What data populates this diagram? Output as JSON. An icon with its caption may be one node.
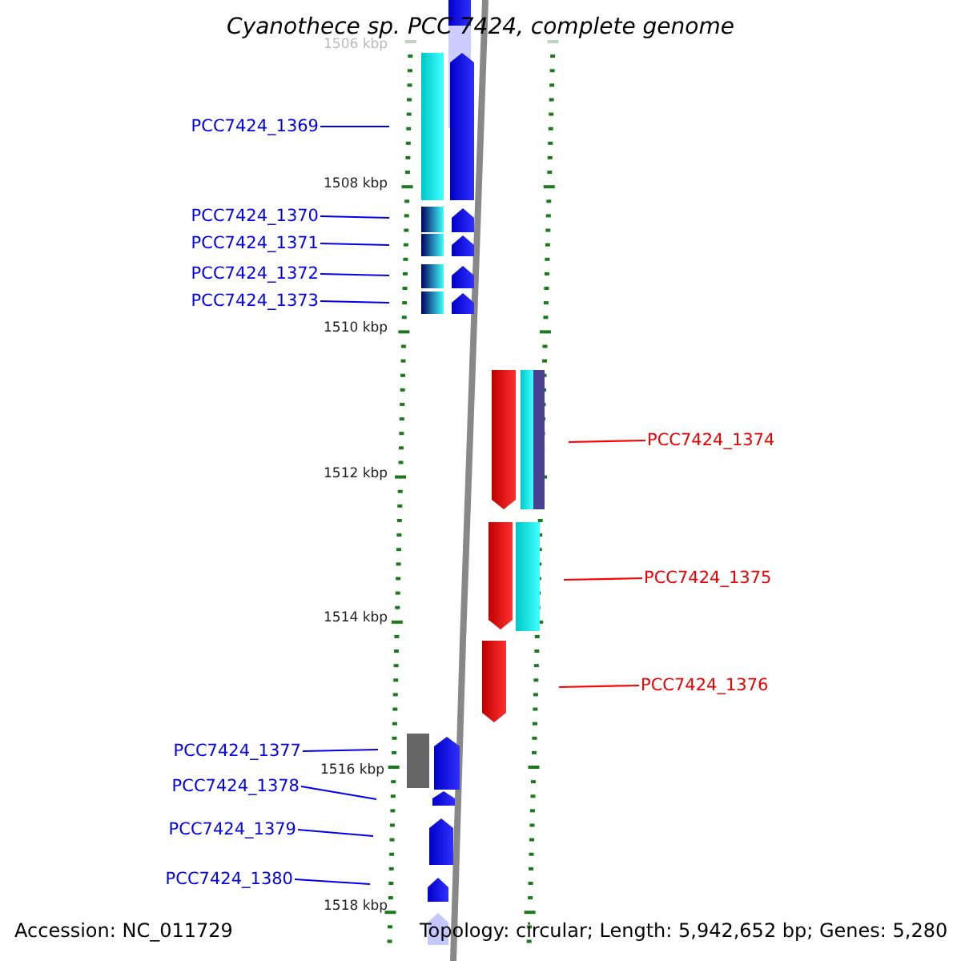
{
  "diagram": {
    "title": "Cyanothece sp. PCC 7424, complete genome",
    "nodes": [
      {
        "text": [
          "PCC7424_1369"
        ]
      },
      {
        "text": [
          "PCC7424_1370"
        ]
      },
      {
        "text": [
          "PCC7424_1371"
        ]
      },
      {
        "text": [
          "PCC7424_1372"
        ]
      },
      {
        "text": [
          "PCC7424_1373"
        ]
      },
      {
        "text": [
          "PCC7424_1374"
        ]
      },
      {
        "text": [
          "PCC7424_1375"
        ]
      },
      {
        "text": [
          "PCC7424_1376"
        ]
      },
      {
        "text": [
          "PCC7424_1377"
        ]
      },
      {
        "text": [
          "PCC7424_1378"
        ]
      },
      {
        "text": [
          "PCC7424_1379"
        ]
      },
      {
        "text": [
          "PCC7424_1380"
        ]
      }
    ],
    "edges": [
      {
        "from": 0,
        "to": null,
        "arrow": "none"
      },
      {
        "from": 1,
        "to": null,
        "arrow": "none"
      },
      {
        "from": 2,
        "to": null,
        "arrow": "none"
      },
      {
        "from": 3,
        "to": null,
        "arrow": "none"
      },
      {
        "from": 4,
        "to": null,
        "arrow": "none"
      },
      {
        "from": 5,
        "to": null,
        "arrow": "none",
        "color": "#ff0000"
      },
      {
        "from": 6,
        "to": null,
        "arrow": "none",
        "color": "#ff0000"
      },
      {
        "from": 7,
        "to": null,
        "arrow": "none",
        "color": "#ff0000"
      },
      {
        "from": 8,
        "to": null,
        "arrow": "none"
      },
      {
        "from": 9,
        "to": null,
        "arrow": "none"
      },
      {
        "from": 10,
        "to": null,
        "arrow": "none"
      },
      {
        "from": 11,
        "to": null,
        "arrow": "none"
      }
    ],
    "labels": [
      "1506 kbp",
      "1508 kbp",
      "1510 kbp",
      "1512 kbp",
      "1514 kbp",
      "1516 kbp",
      "1518 kbp",
      "Accession: NC_011729",
      "Topology: circular; Length: 5,942,652 bp; Genes: 5,280"
    ]
  }
}
